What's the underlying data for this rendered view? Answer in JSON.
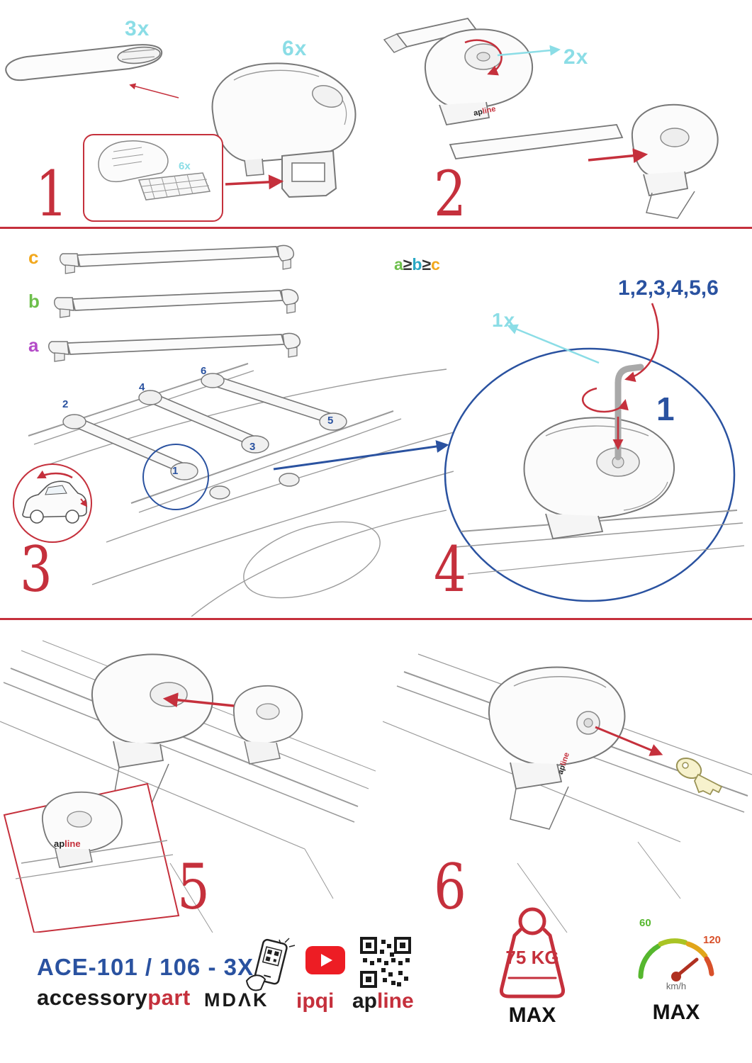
{
  "colors": {
    "red": "#c5303c",
    "cyan": "#8bdde6",
    "blue": "#2a52a0",
    "orange": "#f2a81d",
    "green": "#6dbf4b",
    "purple": "#b44bc8",
    "teal": "#2aa8c4",
    "youtube_red": "#ed1d24",
    "gauge_green": "#56b72e",
    "gauge_red": "#d8502a"
  },
  "step1": {
    "number": "1",
    "bar_qty": "3x",
    "foot_qty": "6x",
    "pad_qty": "6x"
  },
  "step2": {
    "number": "2",
    "screw_qty": "2x",
    "foot_brand_ap": "ap",
    "foot_brand_line": "line"
  },
  "step3": {
    "number": "3",
    "size_c": "c",
    "size_b": "b",
    "size_a": "a",
    "order_a": "a",
    "order_ge1": "≥",
    "order_b": "b",
    "order_ge2": "≥",
    "order_c": "c",
    "positions": [
      "1",
      "2",
      "3",
      "4",
      "5",
      "6"
    ]
  },
  "step4": {
    "number": "4",
    "sequence": "1,2,3,4,5,6",
    "tool_qty": "1x",
    "torque_step": "1"
  },
  "step5": {
    "number": "5",
    "inset_brand_ap": "ap",
    "inset_brand_line": "line"
  },
  "step6": {
    "number": "6",
    "foot_brand_ap": "ap",
    "foot_brand_line": "line"
  },
  "footer": {
    "model": "ACE-101 / 106 - 3X",
    "brand_accessory": "accessory",
    "brand_part": "part",
    "brand_mdak": "MDΛK",
    "brand_ipqi": "ipqi",
    "brand_ap": "ap",
    "brand_line": "line",
    "weight_value": "75 KG",
    "weight_max": "MAX",
    "speed_min": "60",
    "speed_max_value": "120",
    "speed_unit": "km/h",
    "speed_max": "MAX"
  }
}
